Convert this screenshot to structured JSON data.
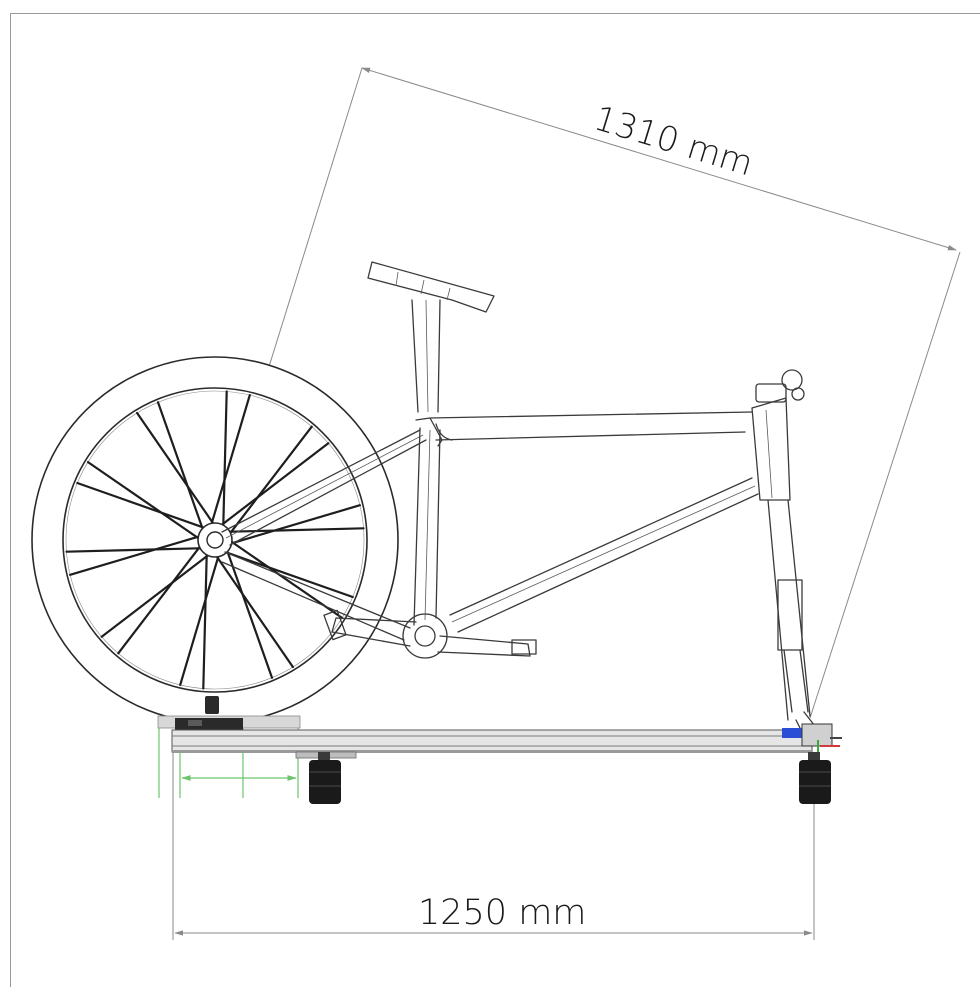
{
  "dimensions": {
    "diagonal_label": "1310 mm",
    "horizontal_label": "1250 mm"
  },
  "colors": {
    "background": "#ffffff",
    "outline": "#3a3a3a",
    "dimension_line": "#8a8a8a",
    "slider_range": "#6cc56c",
    "rail": "#c9c9c9",
    "feet": "#1a1a1a",
    "clamp_accent": "#2a4fd6"
  },
  "icons": {
    "wheel": "spoked-rear-wheel",
    "frame": "bicycle-frame",
    "saddle": "saddle",
    "crank": "crankset",
    "rail": "base-rail",
    "feet": "leveling-feet"
  }
}
